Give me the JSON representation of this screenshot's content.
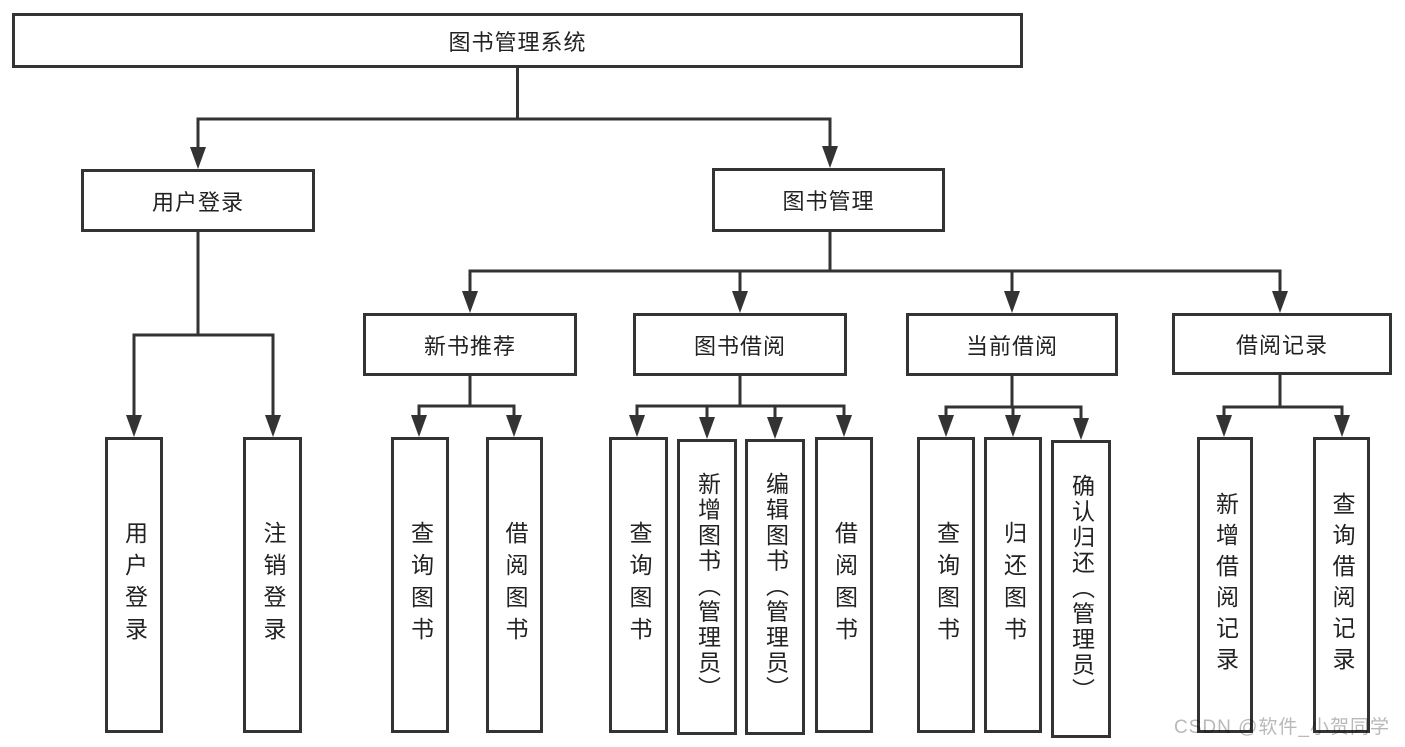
{
  "colors": {
    "line": "#333333",
    "box_border": "#333333",
    "text": "#222222",
    "watermark": "#b9b9b9",
    "background": "#ffffff"
  },
  "watermark": {
    "text": "CSDN @软件_小贺同学"
  },
  "diagram": {
    "root": {
      "label": "图书管理系统",
      "children": [
        {
          "label": "用户登录",
          "children": [
            {
              "label": "用户登录"
            },
            {
              "label": "注销登录"
            }
          ]
        },
        {
          "label": "图书管理",
          "children": [
            {
              "label": "新书推荐",
              "children": [
                {
                  "label": "查询图书"
                },
                {
                  "label": "借阅图书"
                }
              ]
            },
            {
              "label": "图书借阅",
              "children": [
                {
                  "label": "查询图书"
                },
                {
                  "label": "新增图书（管理员）"
                },
                {
                  "label": "编辑图书（管理员）"
                },
                {
                  "label": "借阅图书"
                }
              ]
            },
            {
              "label": "当前借阅",
              "children": [
                {
                  "label": "查询图书"
                },
                {
                  "label": "归还图书"
                },
                {
                  "label": "确认归还（管理员）"
                }
              ]
            },
            {
              "label": "借阅记录",
              "children": [
                {
                  "label": "新增借阅记录"
                },
                {
                  "label": "查询借阅记录"
                }
              ]
            }
          ]
        }
      ]
    }
  }
}
